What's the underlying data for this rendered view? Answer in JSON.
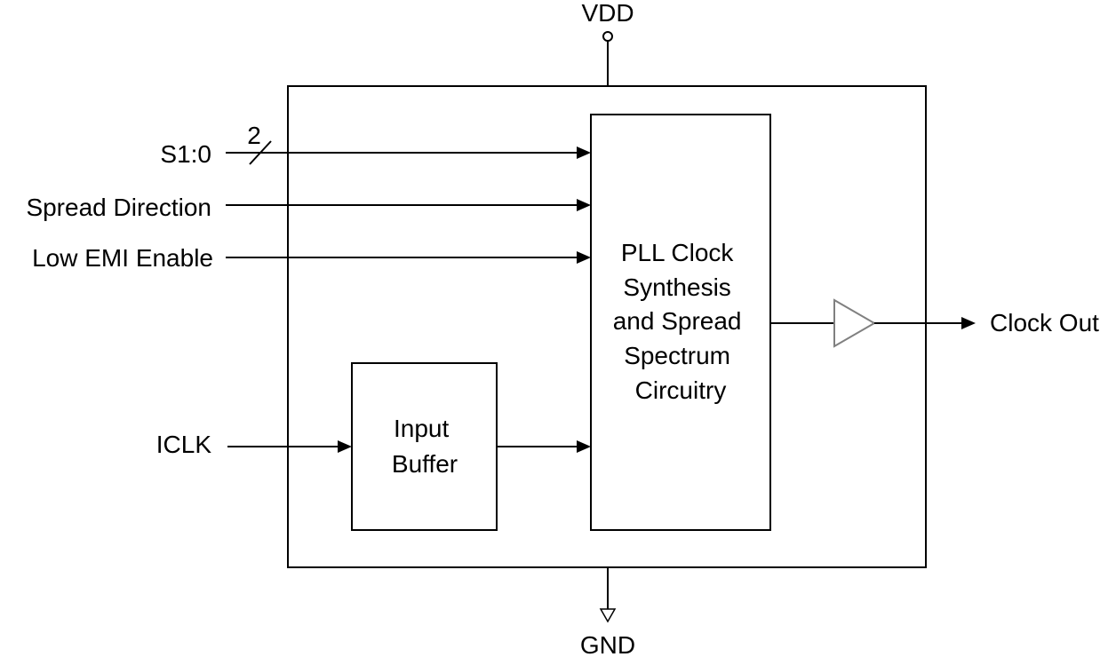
{
  "diagram": {
    "power": {
      "vdd": "VDD",
      "gnd": "GND"
    },
    "inputs": {
      "s10": "S1:0",
      "bus_width": "2",
      "spread_direction": "Spread Direction",
      "low_emi_enable": "Low EMI Enable",
      "iclk": "ICLK"
    },
    "blocks": {
      "input_buffer": [
        "Input",
        "Buffer"
      ],
      "pll": [
        "PLL Clock",
        "Synthesis",
        "and Spread",
        "Spectrum",
        "Circuitry"
      ]
    },
    "output": {
      "clock_out": "Clock Out"
    },
    "colors": {
      "line": "#000000",
      "buffer_symbol": "#808080",
      "background": "#ffffff"
    }
  }
}
